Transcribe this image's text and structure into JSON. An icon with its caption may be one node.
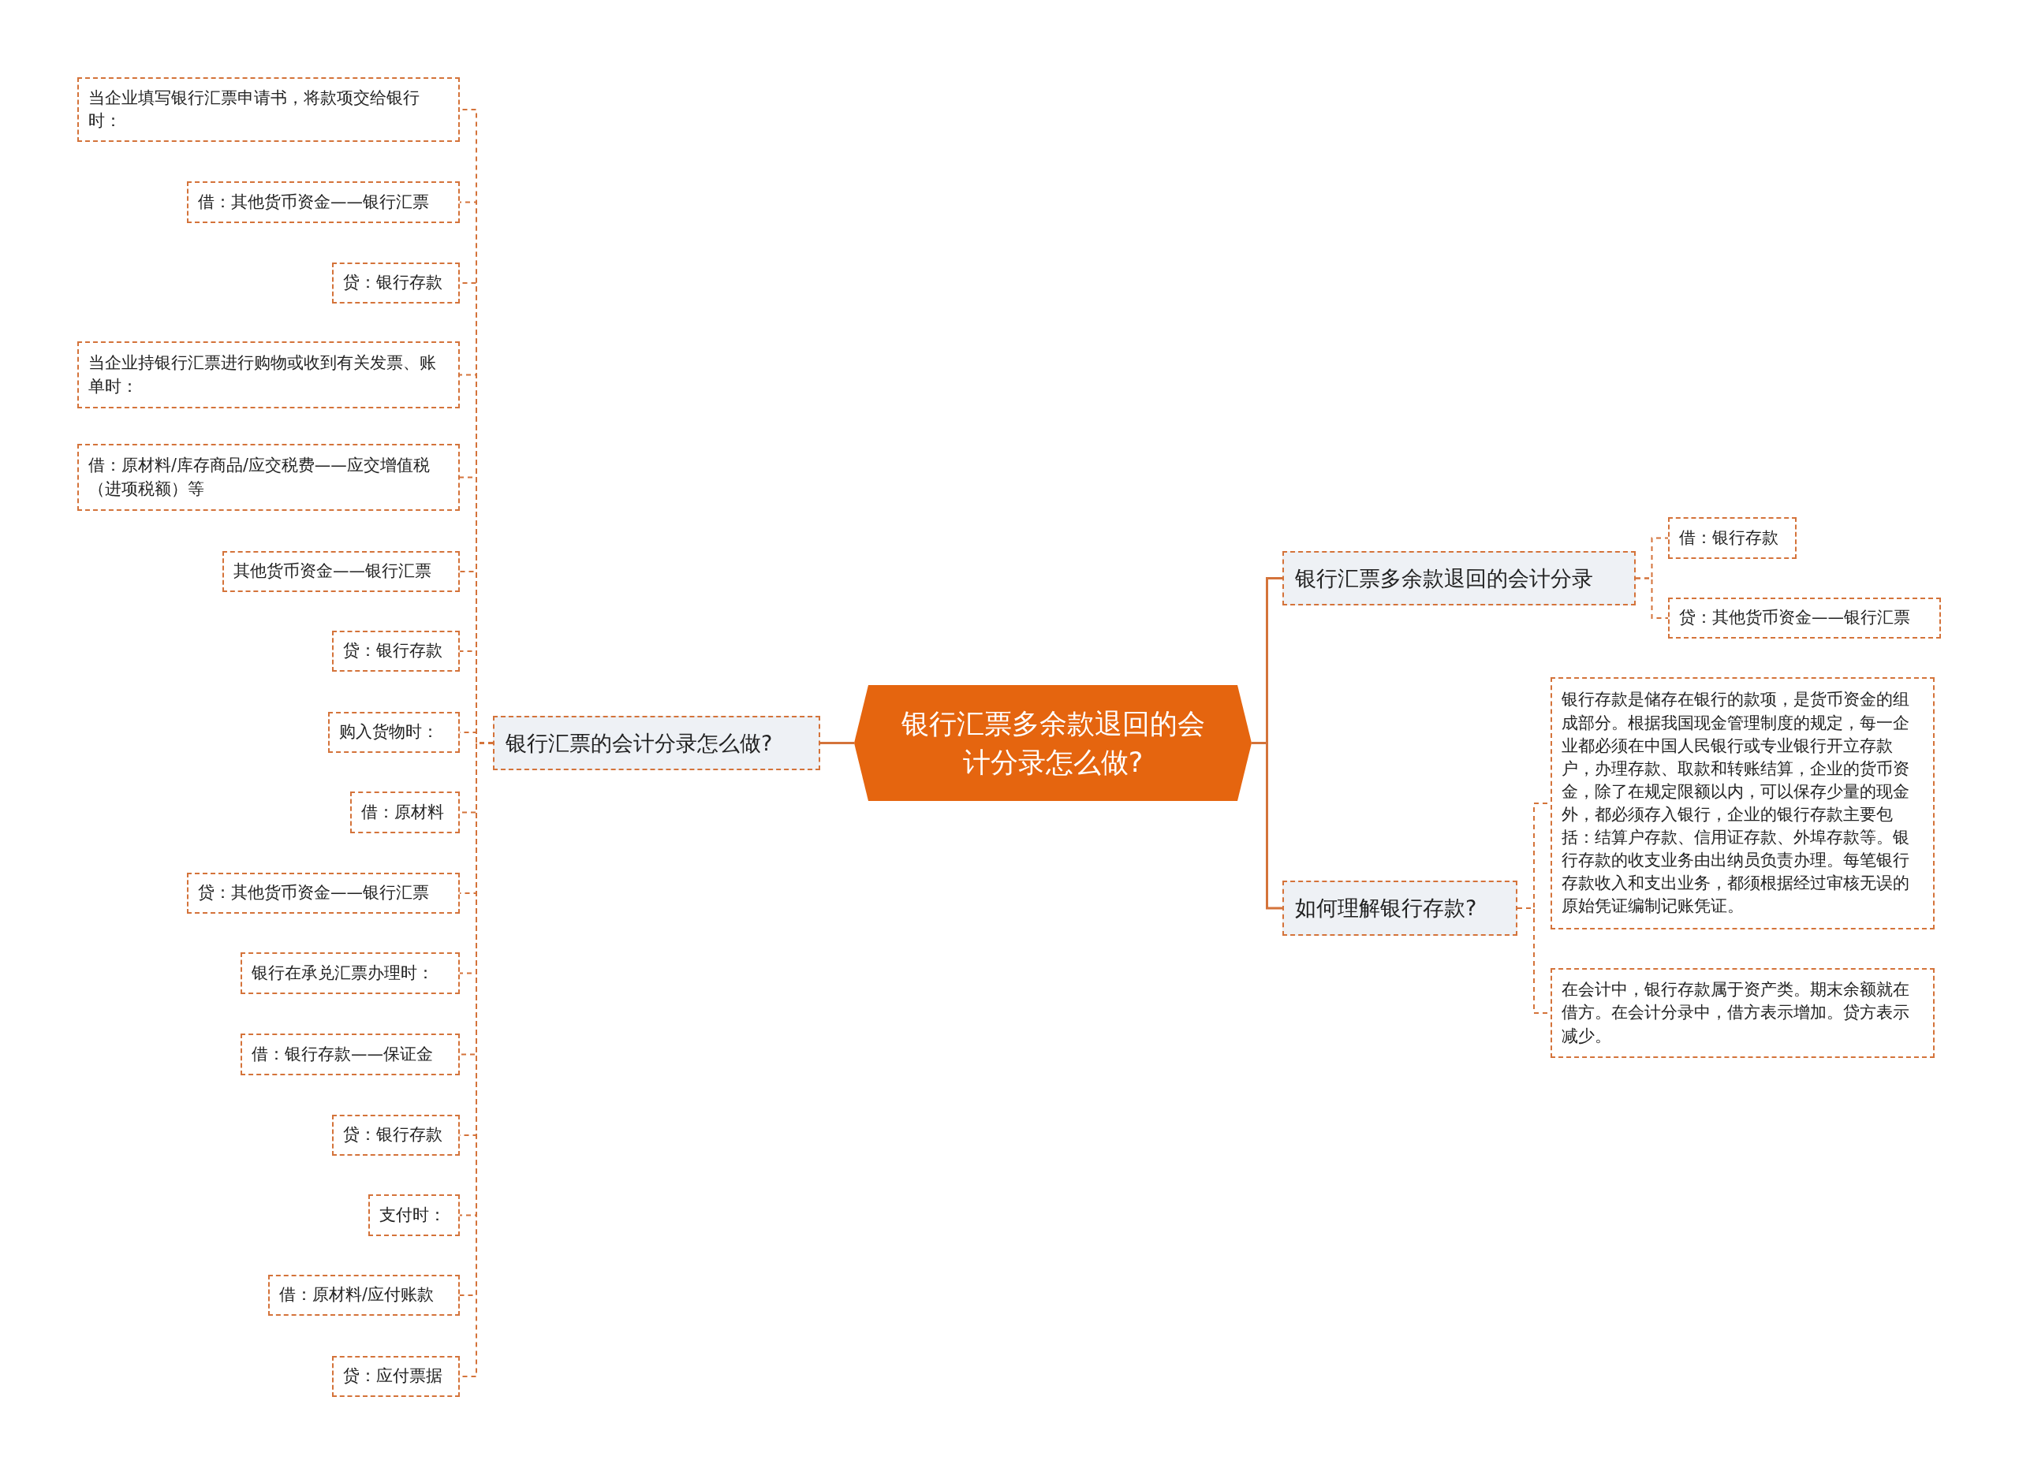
{
  "diagram": {
    "nodes": [
      {
        "text": [
          "银行汇票多余款退回的会计分录怎么做?"
        ]
      },
      {
        "text": [
          "银行汇票的会计分录怎么做?"
        ]
      },
      {
        "text": [
          "当企业填写银行汇票申请书，将款项交给银行时："
        ]
      },
      {
        "text": [
          "借：其他货币资金——银行汇票"
        ]
      },
      {
        "text": [
          "贷：银行存款"
        ]
      },
      {
        "text": [
          "当企业持银行汇票进行购物或收到有关发票、账单时："
        ]
      },
      {
        "text": [
          "借：原材料/库存商品/应交税费——应交增值税（进项税额）等"
        ]
      },
      {
        "text": [
          "其他货币资金——银行汇票"
        ]
      },
      {
        "text": [
          "贷：银行存款"
        ]
      },
      {
        "text": [
          "购入货物时："
        ]
      },
      {
        "text": [
          "借：原材料"
        ]
      },
      {
        "text": [
          "贷：其他货币资金——银行汇票"
        ]
      },
      {
        "text": [
          "银行在承兑汇票办理时："
        ]
      },
      {
        "text": [
          "借：银行存款——保证金"
        ]
      },
      {
        "text": [
          "贷：银行存款"
        ]
      },
      {
        "text": [
          "支付时："
        ]
      },
      {
        "text": [
          "借：原材料/应付账款"
        ]
      },
      {
        "text": [
          "贷：应付票据"
        ]
      },
      {
        "text": [
          "银行汇票多余款退回的会计分录"
        ]
      },
      {
        "text": [
          "借：银行存款"
        ]
      },
      {
        "text": [
          "贷：其他货币资金——银行汇票"
        ]
      },
      {
        "text": [
          "如何理解银行存款?"
        ]
      },
      {
        "text": [
          "银行存款是储存在银行的款项，是货币资金的组成部分。根据我国现金管理制度的规定，每一企业都必须在中国人民银行或专业银行开立存款户，办理存款、取款和转账结算，企业的货币资金，除了在规定限额以内，可以保存少量的现金外，都必须存入银行，企业的银行存款主要包括：结算户存款、信用证存款、外埠存款等。银行存款的收支业务由出纳员负责办理。每笔银行存款收入和支出业务，都须根据经过审核无误的原始凭证编制记账凭证。"
        ]
      },
      {
        "text": [
          "在会计中，银行存款属于资产类。期末余额就在借方。在会计分录中，借方表示增加。贷方表示减少。"
        ]
      }
    ],
    "edges": [
      {
        "from": 0,
        "to": 1,
        "arrow": "none"
      },
      {
        "from": 1,
        "to": 2,
        "arrow": "none",
        "style": "dashed"
      },
      {
        "from": 1,
        "to": 3,
        "arrow": "none",
        "style": "dashed"
      },
      {
        "from": 1,
        "to": 4,
        "arrow": "none",
        "style": "dashed"
      },
      {
        "from": 1,
        "to": 5,
        "arrow": "none",
        "style": "dashed"
      },
      {
        "from": 1,
        "to": 6,
        "arrow": "none",
        "style": "dashed"
      },
      {
        "from": 1,
        "to": 7,
        "arrow": "none",
        "style": "dashed"
      },
      {
        "from": 1,
        "to": 8,
        "arrow": "none",
        "style": "dashed"
      },
      {
        "from": 1,
        "to": 9,
        "arrow": "none",
        "style": "dashed"
      },
      {
        "from": 1,
        "to": 10,
        "arrow": "none",
        "style": "dashed"
      },
      {
        "from": 1,
        "to": 11,
        "arrow": "none",
        "style": "dashed"
      },
      {
        "from": 1,
        "to": 12,
        "arrow": "none",
        "style": "dashed"
      },
      {
        "from": 1,
        "to": 13,
        "arrow": "none",
        "style": "dashed"
      },
      {
        "from": 1,
        "to": 14,
        "arrow": "none",
        "style": "dashed"
      },
      {
        "from": 1,
        "to": 15,
        "arrow": "none",
        "style": "dashed"
      },
      {
        "from": 1,
        "to": 16,
        "arrow": "none",
        "style": "dashed"
      },
      {
        "from": 1,
        "to": 17,
        "arrow": "none",
        "style": "dashed"
      },
      {
        "from": 0,
        "to": 18,
        "arrow": "none"
      },
      {
        "from": 18,
        "to": 19,
        "arrow": "none",
        "style": "dashed"
      },
      {
        "from": 18,
        "to": 20,
        "arrow": "none",
        "style": "dashed"
      },
      {
        "from": 0,
        "to": 21,
        "arrow": "none"
      },
      {
        "from": 21,
        "to": 22,
        "arrow": "none",
        "style": "dashed"
      },
      {
        "from": 21,
        "to": 23,
        "arrow": "none",
        "style": "dashed"
      }
    ]
  }
}
